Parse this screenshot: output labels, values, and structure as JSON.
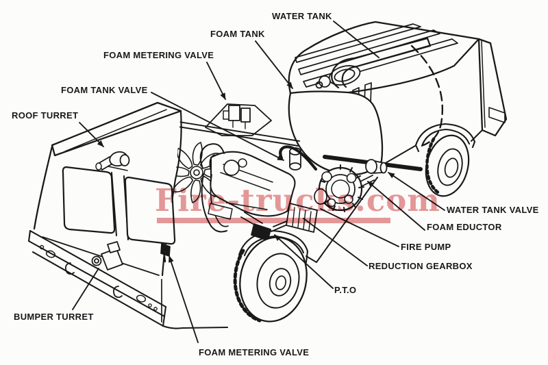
{
  "page": {
    "background": "#fcfcfb",
    "ink": "#191919"
  },
  "watermark": {
    "text": "Fire-trucks.com",
    "color": "#d65555",
    "underline": true
  },
  "diagram": {
    "type": "technical-illustration",
    "subject": "Fire truck apparatus isometric line-art diagram with labeled plumbing and drivetrain components",
    "labels": [
      {
        "id": "water-tank",
        "text": "WATER TANK"
      },
      {
        "id": "foam-tank",
        "text": "FOAM TANK"
      },
      {
        "id": "foam-metering-valve-top",
        "text": "FOAM METERING VALVE"
      },
      {
        "id": "foam-tank-valve",
        "text": "FOAM TANK VALVE"
      },
      {
        "id": "roof-turret",
        "text": "ROOF TURRET"
      },
      {
        "id": "water-tank-valve",
        "text": "WATER TANK VALVE"
      },
      {
        "id": "foam-eductor",
        "text": "FOAM EDUCTOR"
      },
      {
        "id": "fire-pump",
        "text": "FIRE PUMP"
      },
      {
        "id": "reduction-gearbox",
        "text": "REDUCTION GEARBOX"
      },
      {
        "id": "pto",
        "text": "P.T.O"
      },
      {
        "id": "bumper-turret",
        "text": "BUMPER TURRET"
      },
      {
        "id": "foam-metering-valve-bottom",
        "text": "FOAM METERING VALVE"
      }
    ]
  }
}
